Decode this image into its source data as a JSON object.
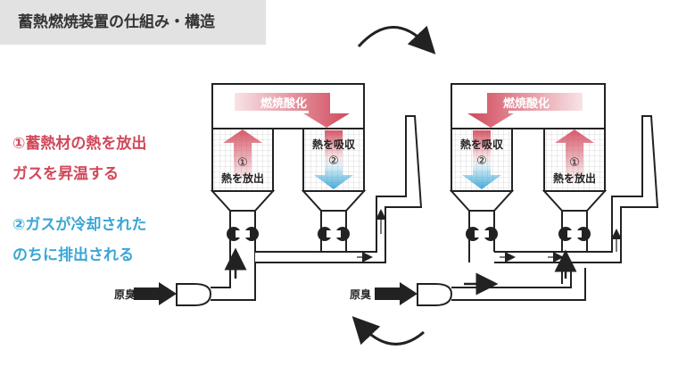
{
  "title": "蓄熱燃焼装置の仕組み・構造",
  "notes": {
    "red_line1": "①蓄熱材の熱を放出",
    "red_line2": "ガスを昇温する",
    "blue_line1": "②ガスが冷却された",
    "blue_line2": "のちに排出される"
  },
  "units": [
    {
      "chamber_label": "燃焼酸化",
      "inlet_label": "原臭",
      "left_bed": {
        "number": "①",
        "label": "熱を放出"
      },
      "right_bed": {
        "number": "②",
        "label": "熱を吸収"
      }
    },
    {
      "chamber_label": "燃焼酸化",
      "inlet_label": "原臭",
      "left_bed": {
        "number": "②",
        "label": "熱を吸収"
      },
      "right_bed": {
        "number": "①",
        "label": "熱を放出"
      }
    }
  ],
  "colors": {
    "red": "#d1485a",
    "blue": "#3aa6d6",
    "outline": "#222222",
    "title_bg": "#e2e2e2"
  }
}
